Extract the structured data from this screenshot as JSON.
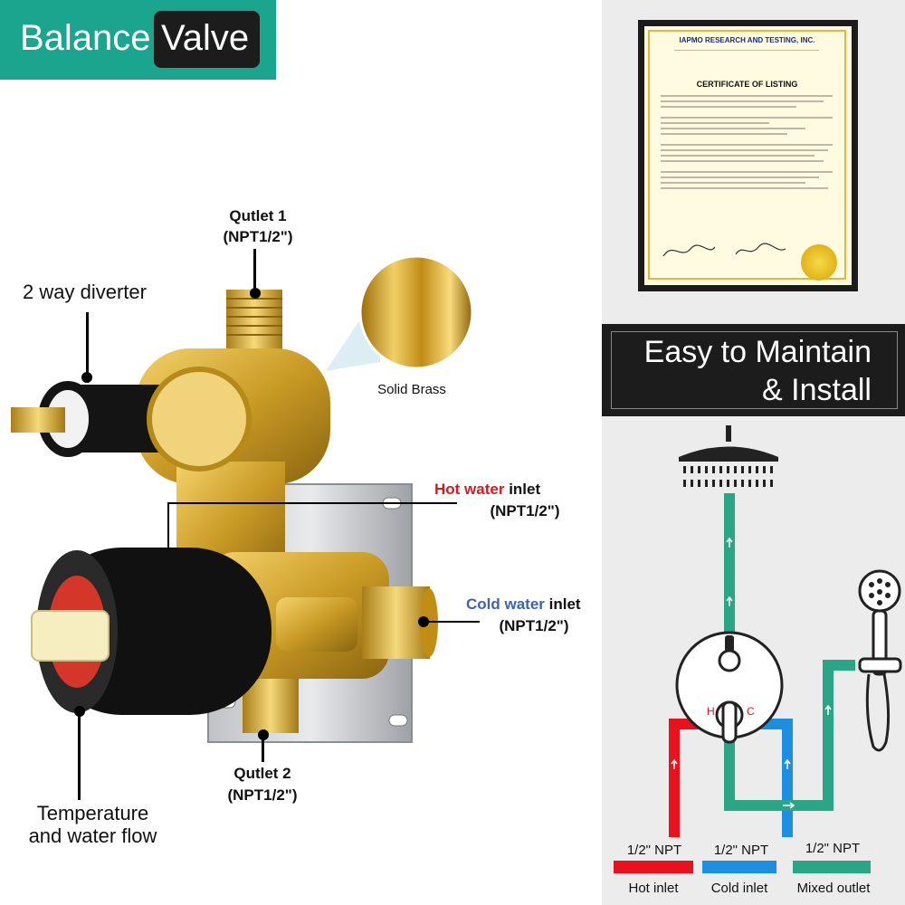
{
  "banner": {
    "word1": "Balance",
    "word2": "Valve"
  },
  "labels": {
    "outlet1_name": "Qutlet 1",
    "outlet1_size": "(NPT1/2\")",
    "diverter": "2 way diverter",
    "solid_brass": "Solid Brass",
    "hot_word": "Hot water",
    "hot_rest": " inlet",
    "hot_size": "(NPT1/2\")",
    "cold_word": "Cold water",
    "cold_rest": " inlet",
    "cold_size": "(NPT1/2\")",
    "outlet2_name": "Qutlet 2",
    "outlet2_size": "(NPT1/2\")",
    "temp_line1": "Temperature",
    "temp_line2": "and water flow"
  },
  "certificate": {
    "org": "IAPMO RESEARCH AND TESTING, INC.",
    "title": "CERTIFICATE OF LISTING"
  },
  "maintain": {
    "line1": "Easy to Maintain",
    "line2": "& Install"
  },
  "diagram": {
    "hot_mark": "H",
    "cold_mark": "C"
  },
  "legend": [
    {
      "npt": "1/2\" NPT",
      "name": "Hot inlet",
      "color": "#e8121f"
    },
    {
      "npt": "1/2\" NPT",
      "name": "Cold inlet",
      "color": "#1e8fe0"
    },
    {
      "npt": "1/2\" NPT",
      "name": "Mixed outlet",
      "color": "#2aa585"
    }
  ],
  "colors": {
    "hot": "#d71920",
    "cold": "#3d63b5",
    "brand": "#1aa58f",
    "mixed": "#2aa585"
  }
}
